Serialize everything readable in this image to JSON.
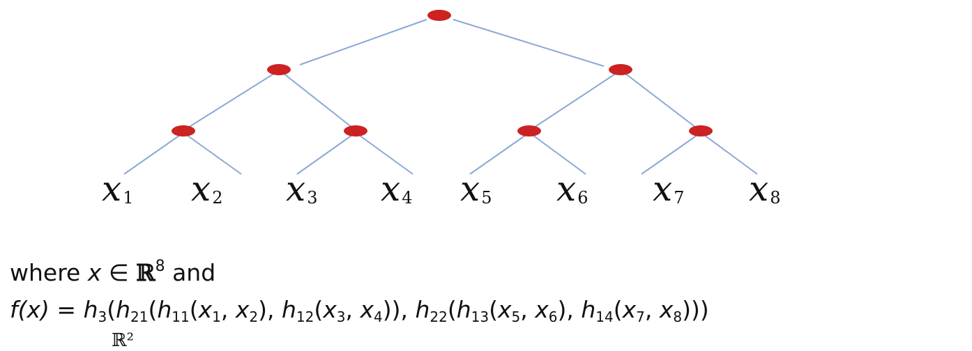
{
  "tree": {
    "node_color": "#cc2222",
    "edge_color": "#8aa8d6",
    "leaves": [
      {
        "var": "x",
        "sub": "1"
      },
      {
        "var": "x",
        "sub": "2"
      },
      {
        "var": "x",
        "sub": "3"
      },
      {
        "var": "x",
        "sub": "4"
      },
      {
        "var": "x",
        "sub": "5"
      },
      {
        "var": "x",
        "sub": "6"
      },
      {
        "var": "x",
        "sub": "7"
      },
      {
        "var": "x",
        "sub": "8"
      }
    ]
  },
  "text": {
    "where_word": "where",
    "where_var": "x",
    "in_symbol": "∈",
    "reals_symbol": "ℝ",
    "reals_power": "8",
    "and_word": "and",
    "f_name": "f",
    "f_arg": "(x)",
    "equals": "=",
    "h3": "h",
    "h3_sub": "3",
    "h21": "h",
    "h21_sub": "21",
    "h11": "h",
    "h11_sub": "11",
    "h12": "h",
    "h12_sub": "12",
    "h22": "h",
    "h22_sub": "22",
    "h13": "h",
    "h13_sub": "13",
    "h14": "h",
    "h14_sub": "14",
    "cut_fragment": "ℝ²"
  }
}
